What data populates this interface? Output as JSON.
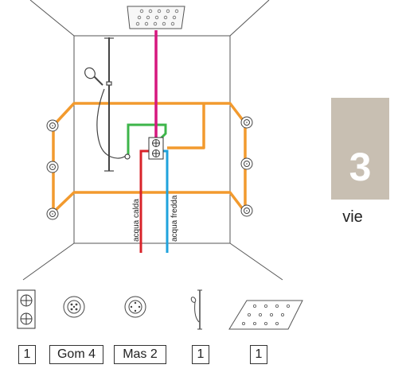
{
  "diagram": {
    "pipes": [
      {
        "id": "hot",
        "label": "acqua calda",
        "color": "#d8232a"
      },
      {
        "id": "cold",
        "label": "acqua fredda",
        "color": "#1fa3dc"
      },
      {
        "id": "overhead",
        "color": "#d6177e"
      },
      {
        "id": "hand-shower",
        "color": "#3db54a"
      },
      {
        "id": "body-jets",
        "color": "#f29a2e"
      }
    ]
  },
  "ways": {
    "number": "3",
    "label": "vie",
    "color": "#c8bfb2"
  },
  "components": [
    {
      "icon": "mixer-valve-icon",
      "quantity": "1"
    },
    {
      "icon": "gom-jet-icon",
      "quantity": "Gom 4"
    },
    {
      "icon": "mas-jet-icon",
      "quantity": "Mas 2"
    },
    {
      "icon": "shower-rail-icon",
      "quantity": "1"
    },
    {
      "icon": "overhead-shower-icon",
      "quantity": "1"
    }
  ]
}
